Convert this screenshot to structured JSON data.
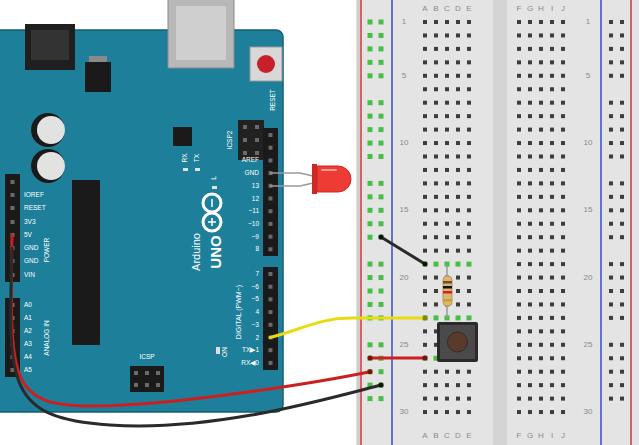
{
  "diagram": {
    "labels": [
      "RESET",
      "ICSP2",
      "TX",
      "RX",
      "L",
      "AREF",
      "GND",
      "13",
      "12",
      "~11",
      "~10",
      "~9",
      "8",
      "7",
      "~6",
      "~5",
      "4",
      "~3",
      "2",
      "TX▶1",
      "RX◀0",
      "Arduino",
      "UNO",
      "DIGITAL (PWM~)",
      "IOREF",
      "RESET",
      "3V3",
      "5V",
      "GND",
      "GND",
      "VIN",
      "POWER",
      "A0",
      "A1",
      "A2",
      "A3",
      "A4",
      "A5",
      "ANALOG IN",
      "ICSP",
      "ON",
      "1",
      "5",
      "10",
      "15",
      "20",
      "25",
      "30",
      "1",
      "5",
      "10",
      "15",
      "20",
      "25",
      "30",
      "A",
      "B",
      "C",
      "D",
      "E",
      "F",
      "G",
      "H",
      "I",
      "J",
      "A",
      "B",
      "C",
      "D",
      "E",
      "F",
      "G",
      "H",
      "I",
      "J"
    ]
  }
}
